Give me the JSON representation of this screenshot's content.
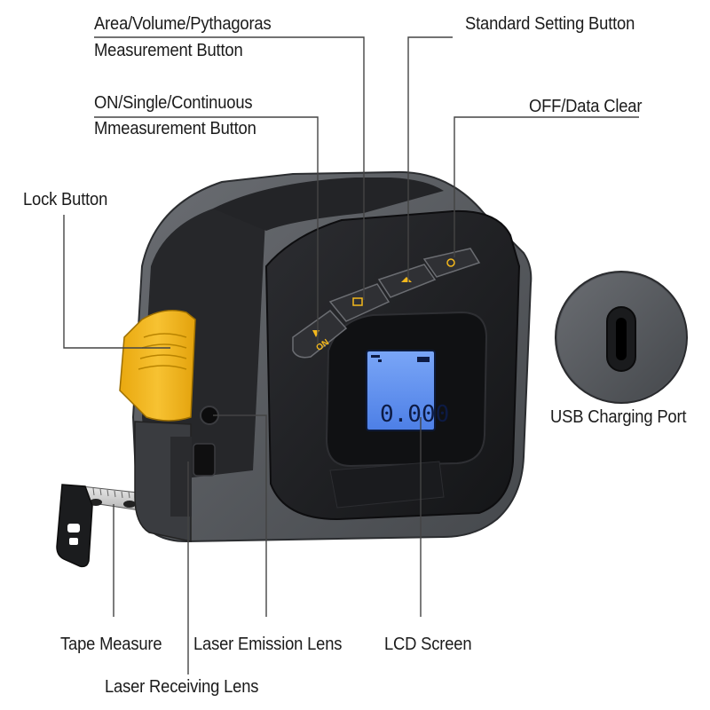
{
  "labels": {
    "area_volume_line1": "Area/Volume/Pythagoras",
    "area_volume_line2": "Measurement Button",
    "standard_setting": "Standard Setting Button",
    "on_single_line1": "ON/Single/Continuous",
    "on_single_line2": "Mmeasurement Button",
    "off_data_clear": "OFF/Data Clear",
    "lock_button": "Lock Button",
    "usb_port": "USB Charging Port",
    "tape_measure": "Tape Measure",
    "laser_emission": "Laser Emission Lens",
    "lcd_screen": "LCD Screen",
    "laser_receiving": "Laser Receiving Lens"
  },
  "device": {
    "lcd_reading": "0.000",
    "on_button_text": "ON",
    "colors": {
      "body_gray": "#5b5e63",
      "body_dark": "#1e1f22",
      "lock_yellow": "#f4b81c",
      "lcd_blue": "#5b8ff0",
      "leader_line": "#444444"
    }
  }
}
